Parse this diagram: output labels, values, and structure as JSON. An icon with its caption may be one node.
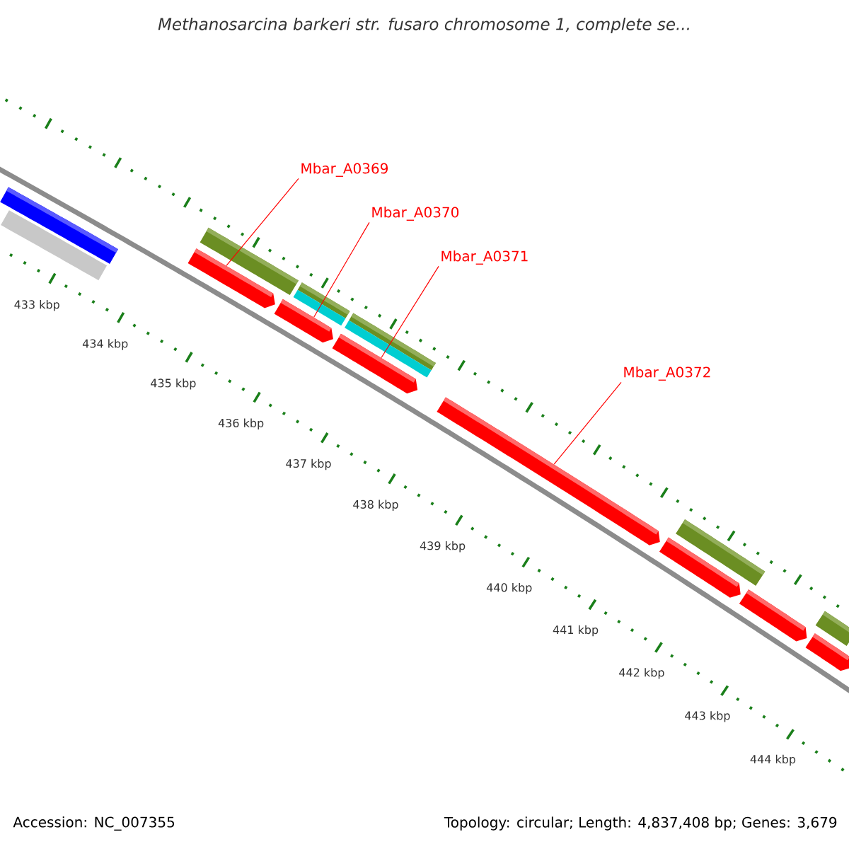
{
  "diagram": {
    "title": "Methanosarcina barkeri str. fusaro chromosome 1, complete se...",
    "nodes": [
      {
        "text": [
          "Mbar_A0369"
        ]
      },
      {
        "text": [
          "Mbar_A0370"
        ]
      },
      {
        "text": [
          "Mbar_A0371"
        ]
      },
      {
        "text": [
          "Mbar_A0372"
        ]
      },
      {
        "text": [],
        "shape": "bar"
      },
      {
        "text": [],
        "shape": "bar"
      },
      {
        "text": [],
        "shape": "bar"
      },
      {
        "text": [],
        "shape": "bar"
      },
      {
        "text": [],
        "shape": "bar"
      },
      {
        "text": [],
        "shape": "bar"
      },
      {
        "text": [],
        "shape": "bar"
      },
      {
        "text": [],
        "shape": "bar"
      },
      {
        "text": [],
        "shape": "bar"
      },
      {
        "text": [],
        "shape": "bar"
      },
      {
        "text": [],
        "shape": "bar"
      },
      {
        "text": [],
        "shape": "bar"
      },
      {
        "text": [],
        "shape": "bar"
      },
      {
        "text": [],
        "shape": "bar"
      },
      {
        "text": [],
        "shape": "bar"
      },
      {
        "text": [],
        "shape": "bar"
      }
    ],
    "edges": [
      {
        "from": 0,
        "to": 4,
        "arrow": "none"
      },
      {
        "from": 1,
        "to": 5,
        "arrow": "none"
      },
      {
        "from": 2,
        "to": 6,
        "arrow": "none"
      },
      {
        "from": 3,
        "to": 7,
        "arrow": "none"
      }
    ],
    "labels": [
      "433 kbp",
      "434 kbp",
      "435 kbp",
      "436 kbp",
      "437 kbp",
      "438 kbp",
      "439 kbp",
      "440 kbp",
      "441 kbp",
      "442 kbp",
      "443 kbp",
      "444 kbp",
      "Accession: NC_007355",
      "Topology: circular; Length: 4,837,408 bp; Genes: 3,679"
    ]
  }
}
